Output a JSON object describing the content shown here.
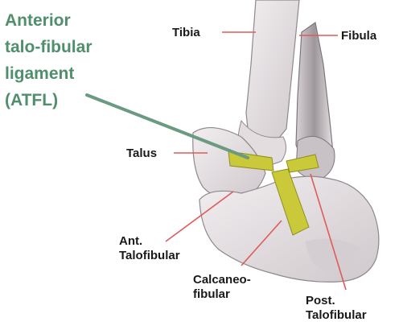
{
  "title": {
    "lines": [
      "Anterior",
      "talo-fibular",
      "ligament",
      "(ATFL)"
    ],
    "color": "#4f8f6c"
  },
  "labels": {
    "tibia": "Tibia",
    "fibula": "Fibula",
    "talus": "Talus",
    "ant_talofibular": [
      "Ant.",
      "Talofibular"
    ],
    "calcaneofibular": [
      "Calcaneo-",
      "fibular"
    ],
    "post_talofibular": [
      "Post.",
      "Talofibular"
    ]
  },
  "colors": {
    "leader_line": "#e05a5a",
    "ligament": "#c9c93a",
    "bone": "#e8e3e6",
    "bone_shade": "#b9b2b6",
    "pointer": "#6a9a80"
  }
}
